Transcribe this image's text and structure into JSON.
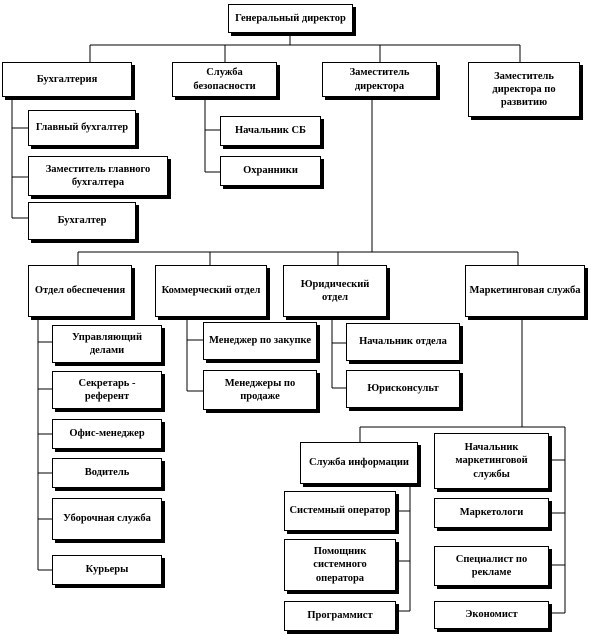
{
  "org_chart": {
    "director": "Генеральный директор",
    "top_units": [
      {
        "label": "Бухгалтерия",
        "children": [
          "Главный бухгалтер",
          "Заместитель главного бухгалтера",
          "Бухгалтер"
        ]
      },
      {
        "label": "Служба безопасности",
        "children": [
          "Начальник СБ",
          "Охранники"
        ]
      },
      {
        "label": "Заместитель директора"
      },
      {
        "label": "Заместитель директора по развитию"
      }
    ],
    "deputy_units": [
      {
        "label": "Отдел обеспечения",
        "children": [
          "Управляющий делами",
          "Секретарь - референт",
          "Офис-менеджер",
          "Водитель",
          "Уборочная служба",
          "Курьеры"
        ]
      },
      {
        "label": "Коммерческий отдел",
        "children": [
          "Менеджер по закупке",
          "Менеджеры по продаже"
        ]
      },
      {
        "label": "Юридический отдел",
        "children": [
          "Начальник отдела",
          "Юрисконсульт"
        ]
      },
      {
        "label": "Маркетинговая служба"
      }
    ],
    "info_service": {
      "label": "Служба информации",
      "children": [
        "Системный оператор",
        "Помощник системного оператора",
        "Программист"
      ]
    },
    "marketing_staff": [
      "Начальник маркетинговой службы",
      "Маркетологи",
      "Специалист по рекламе",
      "Экономист"
    ]
  }
}
